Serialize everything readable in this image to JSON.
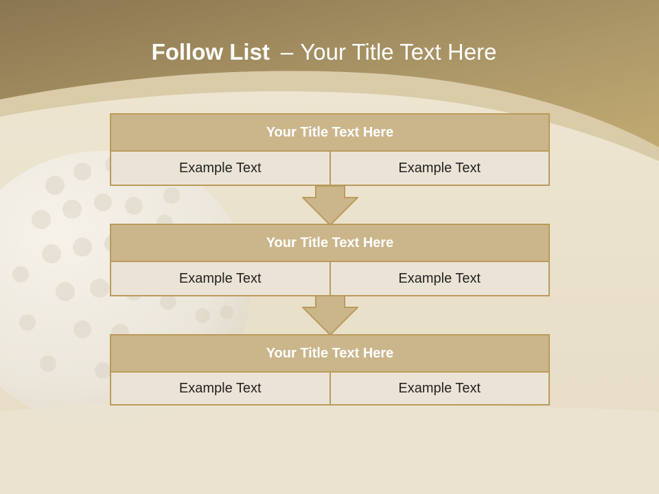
{
  "title": {
    "bold_part": "Follow List",
    "separator": "–",
    "rest": "Your Title Text Here"
  },
  "blocks": [
    {
      "header": "Your Title Text Here",
      "cells": [
        "Example Text",
        "Example Text"
      ]
    },
    {
      "header": "Your Title Text Here",
      "cells": [
        "Example Text",
        "Example Text"
      ]
    },
    {
      "header": "Your Title Text Here",
      "cells": [
        "Example Text",
        "Example Text"
      ]
    }
  ],
  "colors": {
    "banner": "#a89368",
    "sand": "#e9e0cb",
    "header_fill": "#cbb68c",
    "cell_fill": "#ebe3d6",
    "border": "#b99a5a"
  }
}
